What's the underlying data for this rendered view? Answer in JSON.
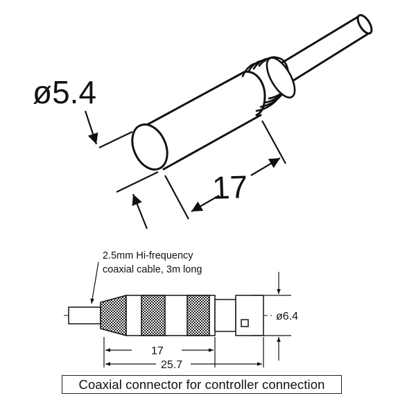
{
  "top_view": {
    "diameter_label": "ø5.4",
    "length_label": "17"
  },
  "bottom_view": {
    "cable_note_line1": "2.5mm Hi-frequency",
    "cable_note_line2": "coaxial cable, 3m long",
    "diameter_label": "ø6.4",
    "length_17_label": "17",
    "length_total_label": "25.7"
  },
  "caption": "Coaxial connector for controller connection",
  "colors": {
    "line": "#111111",
    "hatch": "#222222"
  }
}
